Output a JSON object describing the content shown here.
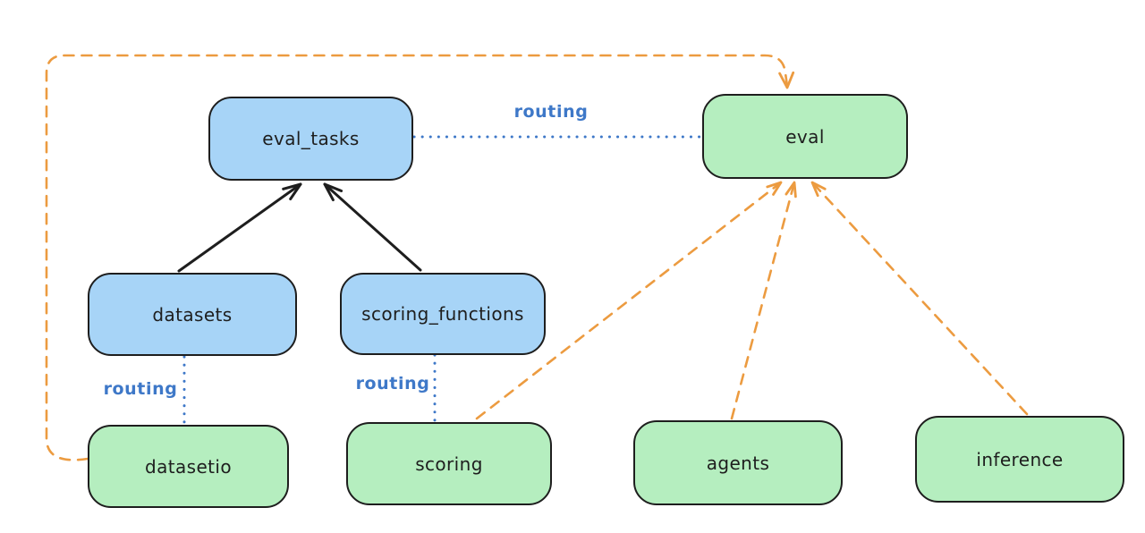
{
  "diagram": {
    "title": "",
    "nodes": [
      {
        "id": "eval_tasks",
        "label": "eval_tasks",
        "color": "blue"
      },
      {
        "id": "eval",
        "label": "eval",
        "color": "green"
      },
      {
        "id": "datasets",
        "label": "datasets",
        "color": "blue"
      },
      {
        "id": "scoring_functions",
        "label": "scoring_functions",
        "color": "blue"
      },
      {
        "id": "datasetio",
        "label": "datasetio",
        "color": "green"
      },
      {
        "id": "scoring",
        "label": "scoring",
        "color": "green"
      },
      {
        "id": "agents",
        "label": "agents",
        "color": "green"
      },
      {
        "id": "inference",
        "label": "inference",
        "color": "green"
      }
    ],
    "edges": [
      {
        "from": "datasets",
        "to": "eval_tasks",
        "style": "solid-black-arrow",
        "label": ""
      },
      {
        "from": "scoring_functions",
        "to": "eval_tasks",
        "style": "solid-black-arrow",
        "label": ""
      },
      {
        "from": "eval_tasks",
        "to": "eval",
        "style": "dotted-blue",
        "label": "routing"
      },
      {
        "from": "datasets",
        "to": "datasetio",
        "style": "dotted-blue",
        "label": "routing"
      },
      {
        "from": "scoring_functions",
        "to": "scoring",
        "style": "dotted-blue",
        "label": "routing"
      },
      {
        "from": "datasetio",
        "to": "eval",
        "style": "dashed-orange-arrow",
        "label": ""
      },
      {
        "from": "scoring",
        "to": "eval",
        "style": "dashed-orange-arrow",
        "label": ""
      },
      {
        "from": "agents",
        "to": "eval",
        "style": "dashed-orange-arrow",
        "label": ""
      },
      {
        "from": "inference",
        "to": "eval",
        "style": "dashed-orange-arrow",
        "label": ""
      }
    ],
    "colors": {
      "background": "#ffffff",
      "node_stroke": "#1e1e1e",
      "blue_node_fill": "#a7d4f7",
      "green_node_fill": "#b5eebf",
      "routing_label_blue": "#3e78c8",
      "dependency_orange": "#ec9b40",
      "arrow_black": "#1e1e1e"
    }
  }
}
